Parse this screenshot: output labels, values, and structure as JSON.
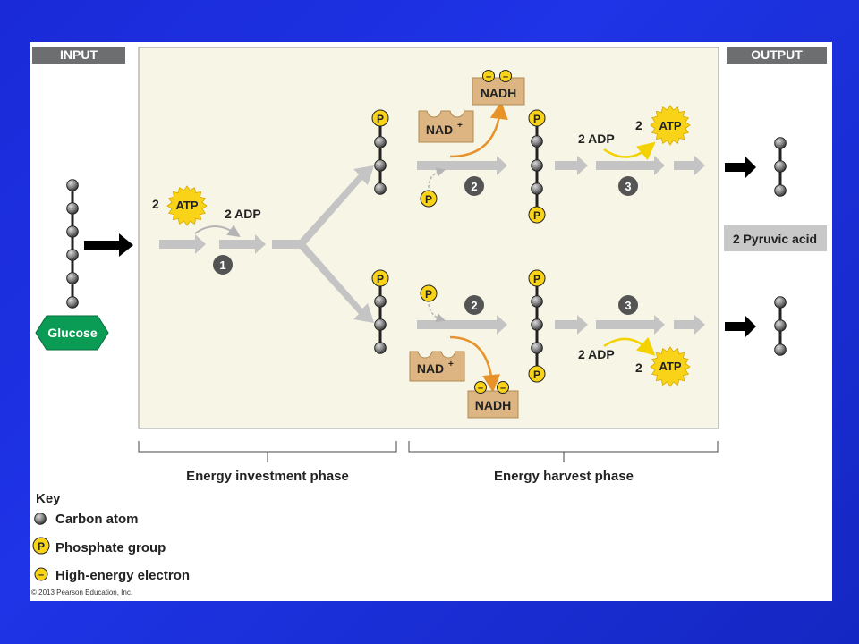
{
  "labels": {
    "input": "INPUT",
    "output": "OUTPUT",
    "glucose": "Glucose",
    "pyruvic": "2 Pyruvic acid",
    "atp": "ATP",
    "adp": "2 ADP",
    "two": "2",
    "nad": "NAD",
    "nad_sup": "+",
    "nadh": "NADH",
    "p": "P",
    "minus": "–",
    "investment_phase": "Energy investment phase",
    "harvest_phase": "Energy harvest phase",
    "copyright": "© 2013 Pearson Education, Inc."
  },
  "steps": {
    "s1": "1",
    "s2": "2",
    "s3": "3"
  },
  "key": {
    "title": "Key",
    "carbon": "Carbon atom",
    "phosphate": "Phosphate group",
    "electron": "High-energy electron"
  },
  "colors": {
    "panel": "#f7f5e5",
    "header": "#6d6e70",
    "atp": "#f8d318",
    "nad_box": "#dcb582",
    "glucose": "#0a9c55",
    "arrow_gray": "#c4c4c4",
    "arrow_orange": "#e8932a",
    "arrow_yellow": "#f3d200",
    "step_circle": "#545454"
  }
}
